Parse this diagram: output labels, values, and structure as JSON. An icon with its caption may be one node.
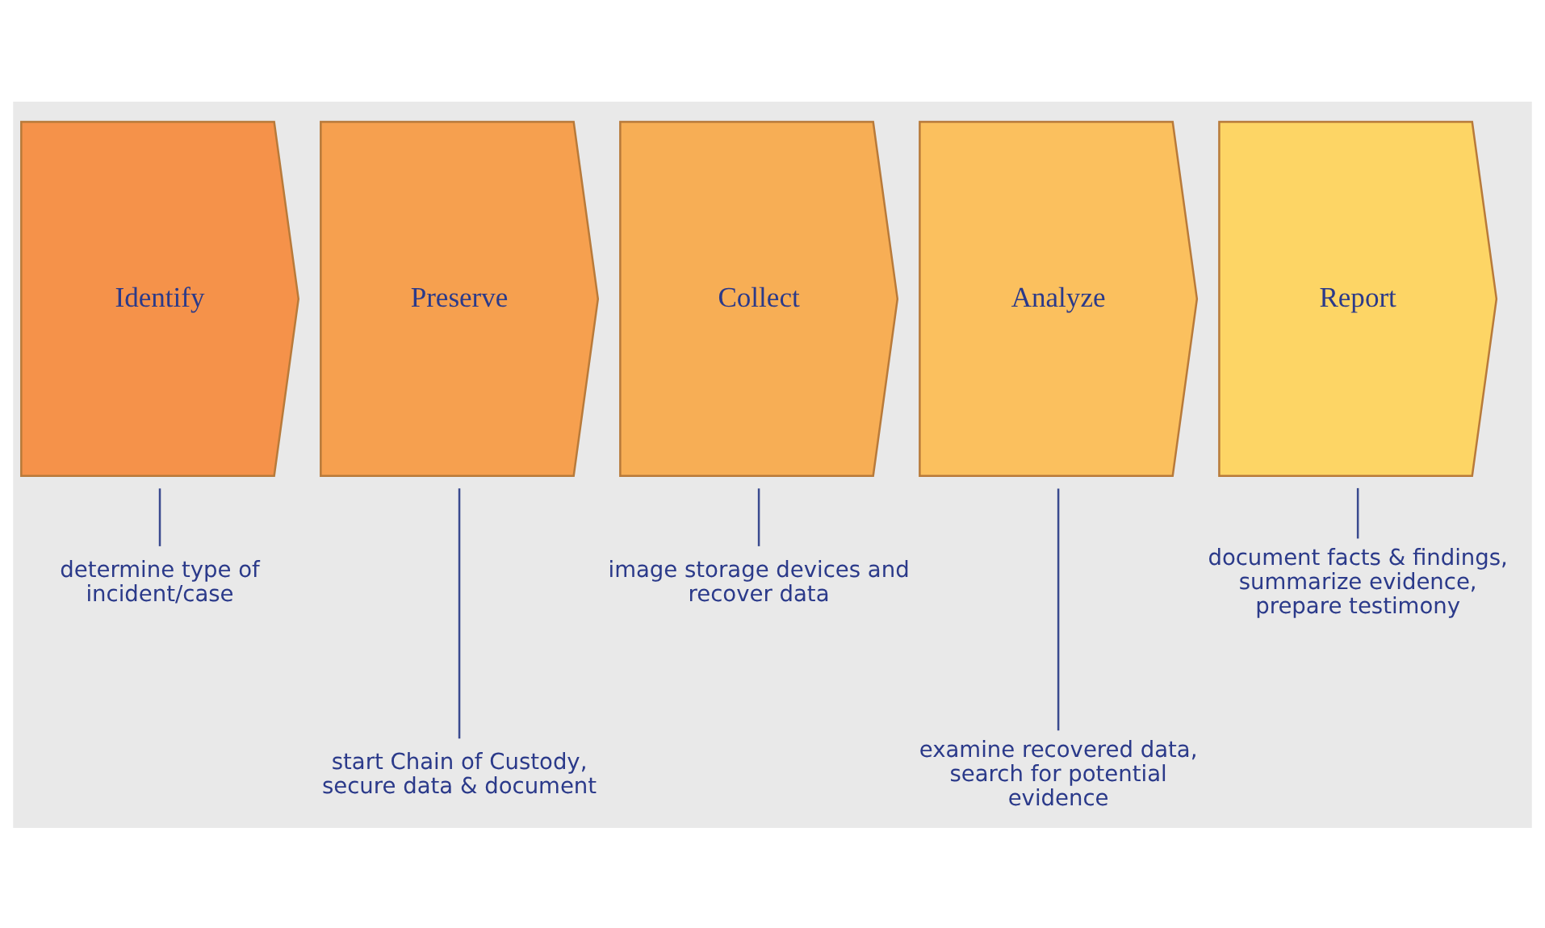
{
  "diagram": {
    "nodes": [
      {
        "text": [
          "Identify"
        ]
      },
      {
        "text": [
          "Preserve"
        ]
      },
      {
        "text": [
          "Collect"
        ]
      },
      {
        "text": [
          "Analyze"
        ]
      },
      {
        "text": [
          "Report"
        ]
      },
      {
        "text": [
          "determine type of incident/case"
        ]
      },
      {
        "text": [
          "start Chain of Custody, secure data & document"
        ]
      },
      {
        "text": [
          "image storage devices and recover data"
        ]
      },
      {
        "text": [
          "examine recovered data, search for potential evidence"
        ]
      },
      {
        "text": [
          "document facts & findings, summarize evidence, prepare testimony"
        ]
      }
    ],
    "edges": [
      {
        "from": 5,
        "to": 0,
        "arrow": "none"
      },
      {
        "from": 6,
        "to": 1,
        "arrow": "none"
      },
      {
        "from": 7,
        "to": 2,
        "arrow": "none"
      },
      {
        "from": 8,
        "to": 3,
        "arrow": "none"
      },
      {
        "from": 9,
        "to": 4,
        "arrow": "none"
      }
    ]
  }
}
